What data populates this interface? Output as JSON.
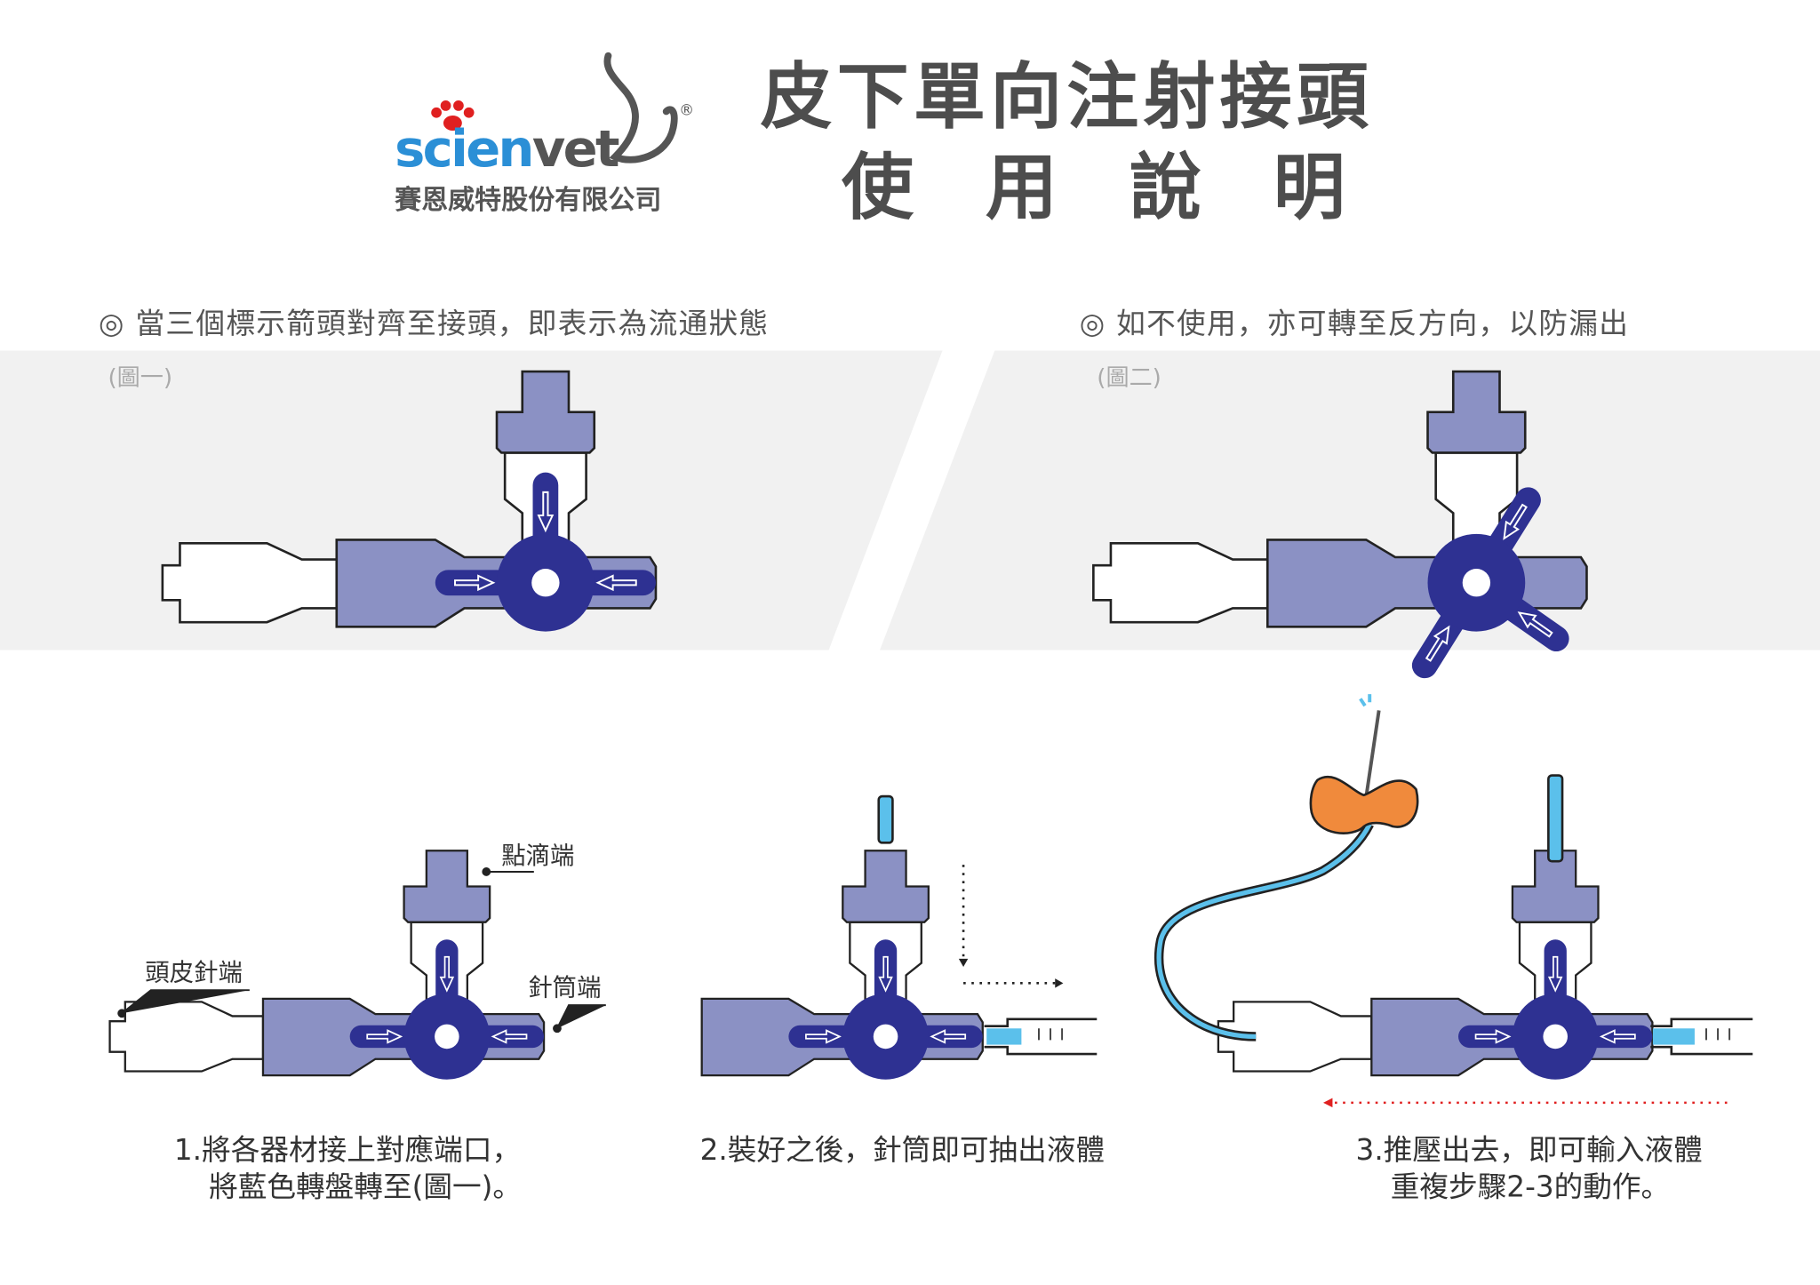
{
  "logo": {
    "brand_sci": "scien",
    "brand_vet": "vet",
    "registered": "®",
    "company": "賽恩威特股份有限公司"
  },
  "title": {
    "line1": "皮下單向注射接頭",
    "line2": "使　用　說　明"
  },
  "figures": {
    "fig1_caption": "◎ 當三個標示箭頭對齊至接頭，即表示為流通狀態",
    "fig1_label": "(圖一)",
    "fig2_caption": "◎ 如不使用，亦可轉至反方向，以防漏出",
    "fig2_label": "(圖二)"
  },
  "labels": {
    "drip_end": "點滴端",
    "scalp_needle_end": "頭皮針端",
    "syringe_end": "針筒端"
  },
  "steps": [
    {
      "line1": "1.將各器材接上對應端口，",
      "line2": "將藍色轉盤轉至(圖一)。"
    },
    {
      "line1": "2.裝好之後，針筒即可抽出液體"
    },
    {
      "line1": "3.推壓出去，即可輸入液體",
      "line2": "重複步驟2-3的動作。"
    }
  ],
  "colors": {
    "body": "#8b91c4",
    "handle": "#2e3192",
    "brand_blue": "#2b8fd6",
    "paw_red": "#e02020",
    "band": "#f1f1f1",
    "fluid": "#5bc0eb",
    "butterfly": "#f08a3c"
  }
}
